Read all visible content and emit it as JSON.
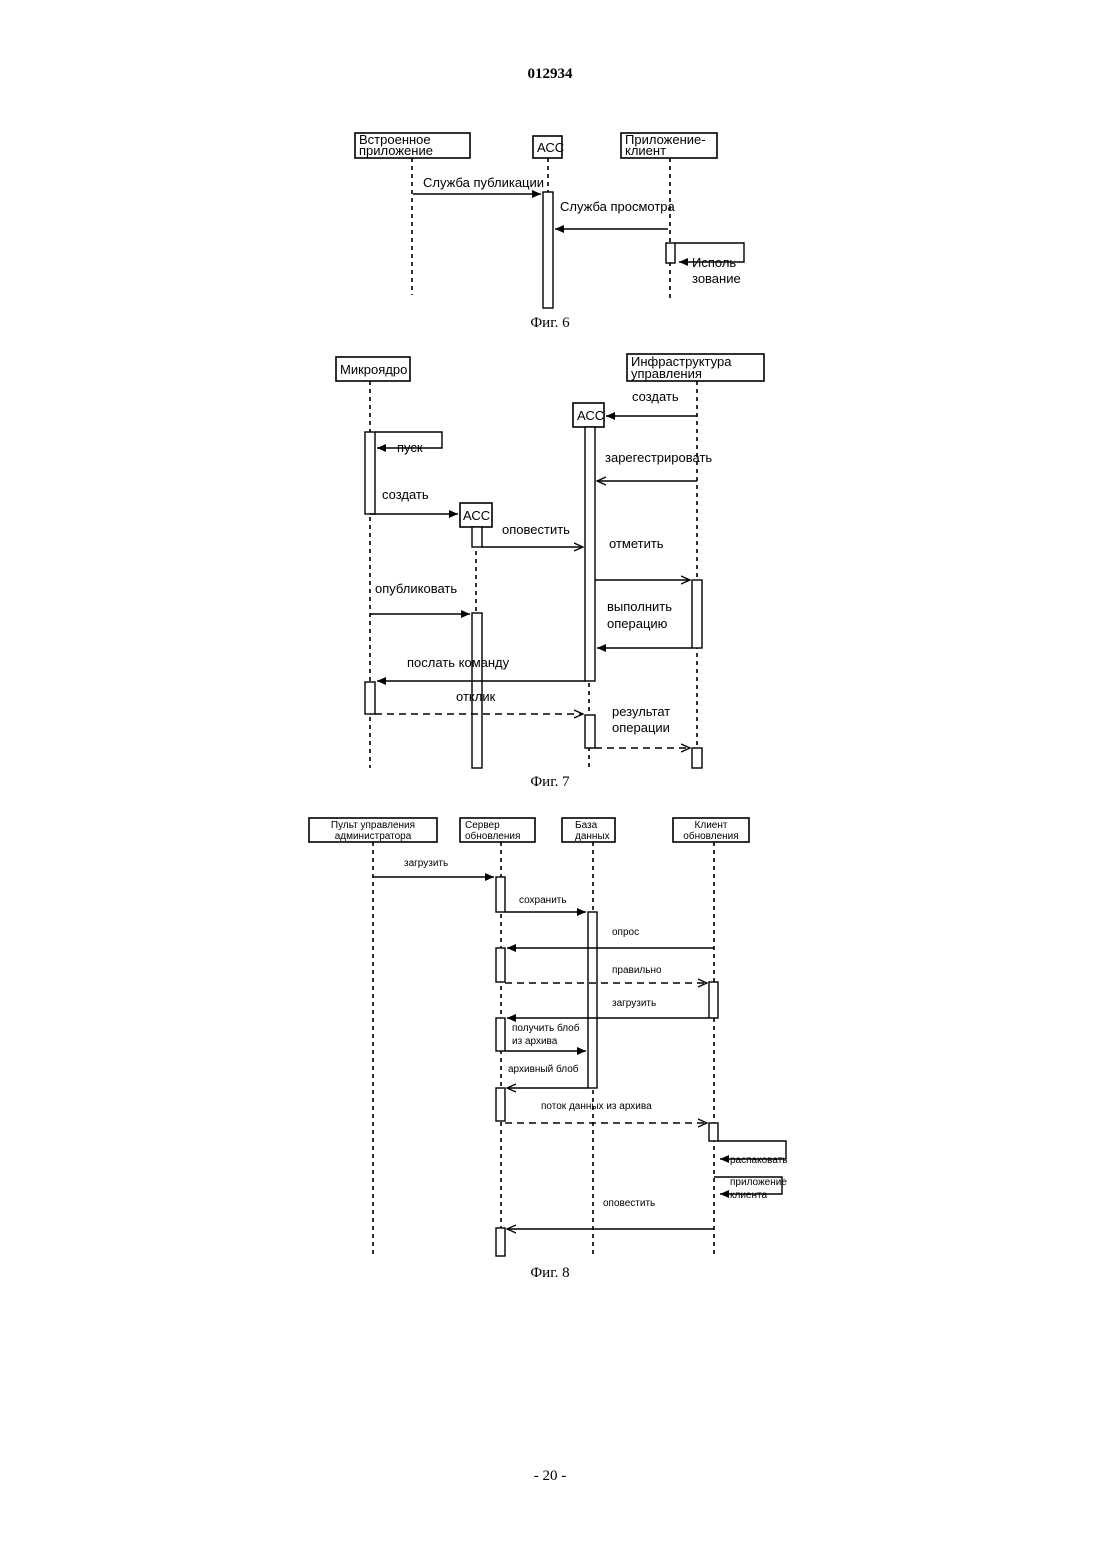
{
  "header": {
    "doc_number": "012934"
  },
  "footer": {
    "page_label": "- 20 -"
  },
  "fig6": {
    "caption": "Фиг. 6",
    "participants": {
      "embedded_app": [
        "Встроенное",
        "приложение"
      ],
      "acc": "АСС",
      "client_app": [
        "Приложение-",
        "клиент"
      ]
    },
    "messages": {
      "publish_service": "Служба публикации",
      "browse_service": "Служба просмотра",
      "usage": [
        "Исполь",
        "зование"
      ]
    }
  },
  "fig7": {
    "caption": "Фиг. 7",
    "participants": {
      "microkernel": "Микроядро",
      "mgmt_infra": [
        "Инфраструктура",
        "управления"
      ],
      "acc_top": "АСС",
      "acc_mid": "АСС"
    },
    "messages": {
      "create_top": "создать",
      "start": "пуск",
      "register": "зарегестрировать",
      "create_mid": "создать",
      "notify": "оповестить",
      "mark": "отметить",
      "publish": "опубликовать",
      "execute_op": [
        "выполнить",
        "операцию"
      ],
      "send_command": "послать команду",
      "response": "отклик",
      "op_result": [
        "результат",
        "операции"
      ]
    }
  },
  "fig8": {
    "caption": "Фиг. 8",
    "participants": {
      "admin_console": [
        "Пульт управления",
        "администратора"
      ],
      "update_server": [
        "Сервер",
        "обновления"
      ],
      "database": [
        "База",
        "данных"
      ],
      "update_client": [
        "Клиент",
        "обновления"
      ]
    },
    "messages": {
      "upload": "загрузить",
      "save": "сохранить",
      "poll": "опрос",
      "correct": "правильно",
      "download": "загрузить",
      "get_blob": [
        "получить блоб",
        "из архива"
      ],
      "archive_blob": "архивный блоб",
      "archive_stream": "поток данных из архива",
      "unpack": "распаковать",
      "client_app": [
        "приложение",
        "клиента"
      ],
      "notify": "оповестить"
    }
  }
}
